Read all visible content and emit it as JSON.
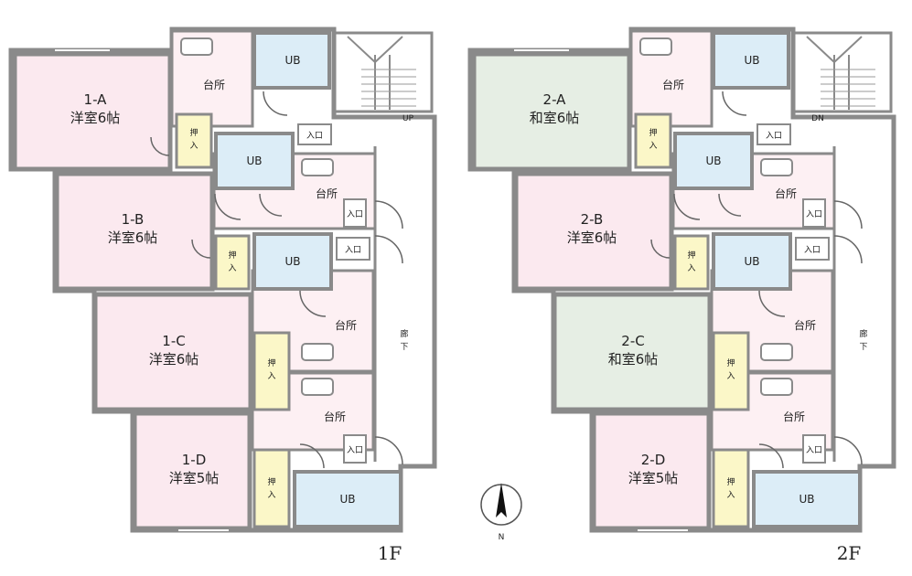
{
  "colors": {
    "wall": "#8a8a8a",
    "pink": "#fbe9ef",
    "green": "#e6eee4",
    "ub": "#dcedf7",
    "closet": "#fbf7c8",
    "kitchen": "#fdf0f3"
  },
  "floor1": {
    "label": "1F",
    "room_a": {
      "name": "1-A",
      "type": "洋室6帖"
    },
    "room_b": {
      "name": "1-B",
      "type": "洋室6帖"
    },
    "room_c": {
      "name": "1-C",
      "type": "洋室6帖"
    },
    "room_d": {
      "name": "1-D",
      "type": "洋室5帖"
    },
    "ub": "UB",
    "kitchen": "台所",
    "closet": [
      "押",
      "入"
    ],
    "entrance": "入口",
    "stairs": "UP",
    "corridor": [
      "廊",
      "下"
    ]
  },
  "floor2": {
    "label": "2F",
    "room_a": {
      "name": "2-A",
      "type": "和室6帖"
    },
    "room_b": {
      "name": "2-B",
      "type": "洋室6帖"
    },
    "room_c": {
      "name": "2-C",
      "type": "和室6帖"
    },
    "room_d": {
      "name": "2-D",
      "type": "洋室5帖"
    },
    "ub": "UB",
    "kitchen": "台所",
    "closet": [
      "押",
      "入"
    ],
    "entrance": "入口",
    "stairs": "DN",
    "corridor": [
      "廊",
      "下"
    ]
  },
  "compass": {
    "north": "N"
  }
}
